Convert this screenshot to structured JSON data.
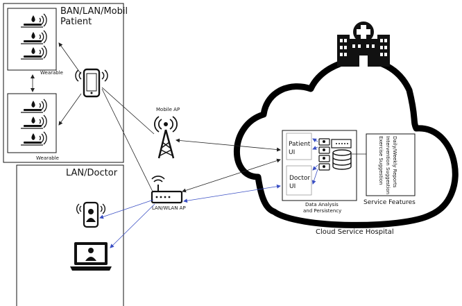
{
  "zones": {
    "patient_zone_title_line1": "BAN/LAN/Mobil",
    "patient_zone_title_line2": "Patient",
    "doctor_zone_title": "LAN/Doctor"
  },
  "devices": {
    "wearable_label_top": "Wearable",
    "wearable_label_bottom": "Wearable",
    "mobile_ap_label": "Mobile AP",
    "wlan_ap_label": "LAN/WLAN AP"
  },
  "cloud": {
    "patient_ui_line1": "Patient",
    "patient_ui_line2": "UI",
    "doctor_ui_line1": "Doctor",
    "doctor_ui_line2": "UI",
    "data_analysis_line1": "Data Analysis",
    "data_analysis_line2": "and Persistency",
    "service_features_items": [
      "Daily/Weekly Reports",
      "Intervention Suggestion",
      "Exercise Suggestion"
    ],
    "service_features_label": "Service Features",
    "hospital_label": "Cloud Service Hospital"
  },
  "icons": {
    "sensor": "water-drop-wifi-icon",
    "phone": "smartphone-wifi-icon",
    "tower": "antenna-tower-icon",
    "router": "wifi-router-icon",
    "doctor_phone": "doctor-phone-icon",
    "laptop": "doctor-laptop-icon",
    "hospital": "hospital-building-icon",
    "database": "database-icon",
    "server": "server-icon"
  },
  "colors": {
    "patient_link": "#222222",
    "doctor_link": "#3a4fc4",
    "outline": "#111111"
  }
}
